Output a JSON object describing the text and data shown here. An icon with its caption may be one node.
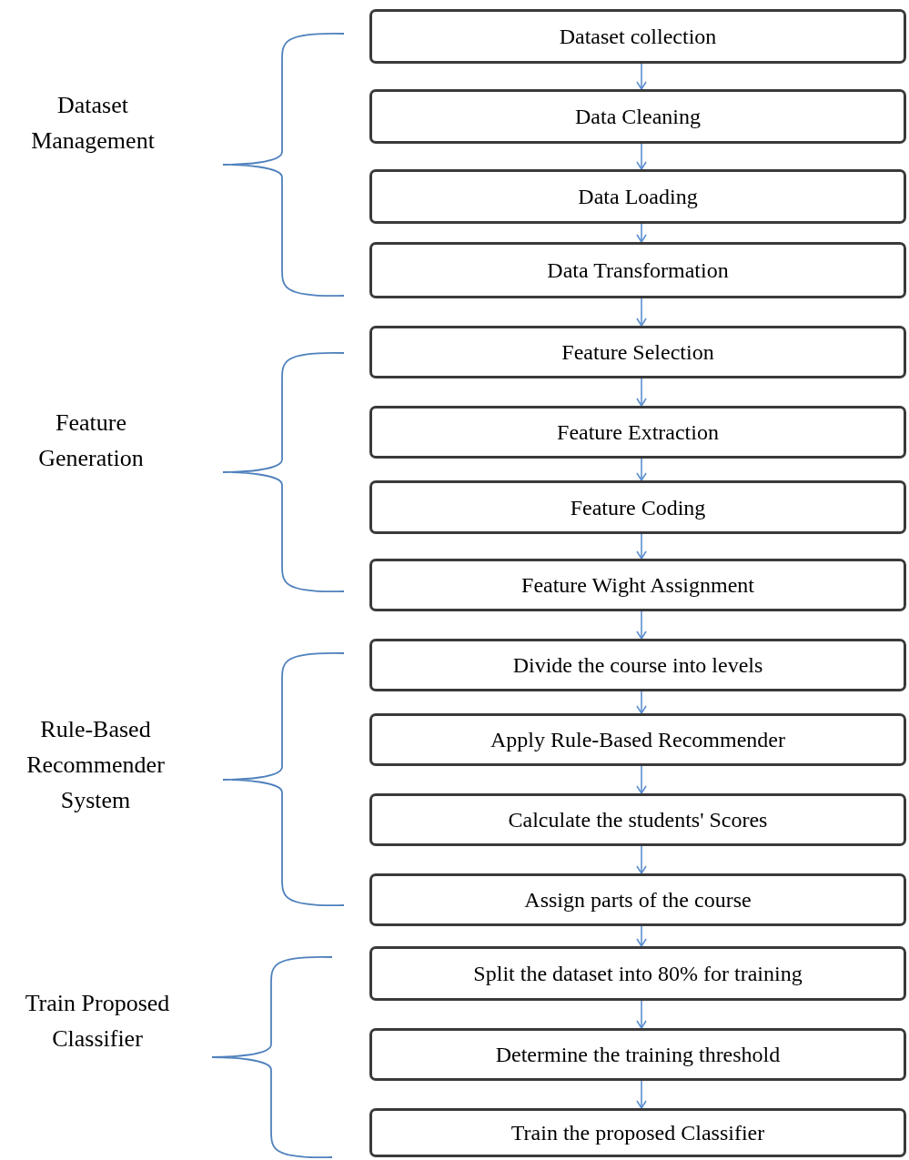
{
  "diagram": {
    "nodes": [
      {
        "text": [
          "Dataset collection"
        ]
      },
      {
        "text": [
          "Data Cleaning"
        ]
      },
      {
        "text": [
          "Data Loading"
        ]
      },
      {
        "text": [
          "Data Transformation"
        ]
      },
      {
        "text": [
          "Feature Selection"
        ]
      },
      {
        "text": [
          "Feature Extraction"
        ]
      },
      {
        "text": [
          "Feature Coding"
        ]
      },
      {
        "text": [
          "Feature Wight Assignment"
        ]
      },
      {
        "text": [
          "Divide the course into levels"
        ]
      },
      {
        "text": [
          "Apply Rule-Based Recommender"
        ]
      },
      {
        "text": [
          "Calculate the students' Scores"
        ]
      },
      {
        "text": [
          "Assign parts of the course"
        ]
      },
      {
        "text": [
          "Split the dataset into 80% for training"
        ]
      },
      {
        "text": [
          "Determine the training threshold"
        ]
      },
      {
        "text": [
          "Train the proposed Classifier"
        ]
      }
    ],
    "edges": [
      {
        "from": 0,
        "to": 1,
        "arrow": "to"
      },
      {
        "from": 1,
        "to": 2,
        "arrow": "to"
      },
      {
        "from": 2,
        "to": 3,
        "arrow": "to"
      },
      {
        "from": 3,
        "to": 4,
        "arrow": "to"
      },
      {
        "from": 4,
        "to": 5,
        "arrow": "to"
      },
      {
        "from": 5,
        "to": 6,
        "arrow": "to"
      },
      {
        "from": 6,
        "to": 7,
        "arrow": "to"
      },
      {
        "from": 7,
        "to": 8,
        "arrow": "to"
      },
      {
        "from": 8,
        "to": 9,
        "arrow": "to"
      },
      {
        "from": 9,
        "to": 10,
        "arrow": "to"
      },
      {
        "from": 10,
        "to": 11,
        "arrow": "to"
      },
      {
        "from": 11,
        "to": 12,
        "arrow": "to"
      },
      {
        "from": 12,
        "to": 13,
        "arrow": "to"
      },
      {
        "from": 13,
        "to": 14,
        "arrow": "to"
      }
    ],
    "labels": [
      "Dataset Management",
      "Feature Generation",
      "Rule-Based Recommender System",
      "Train Proposed Classifier"
    ]
  }
}
